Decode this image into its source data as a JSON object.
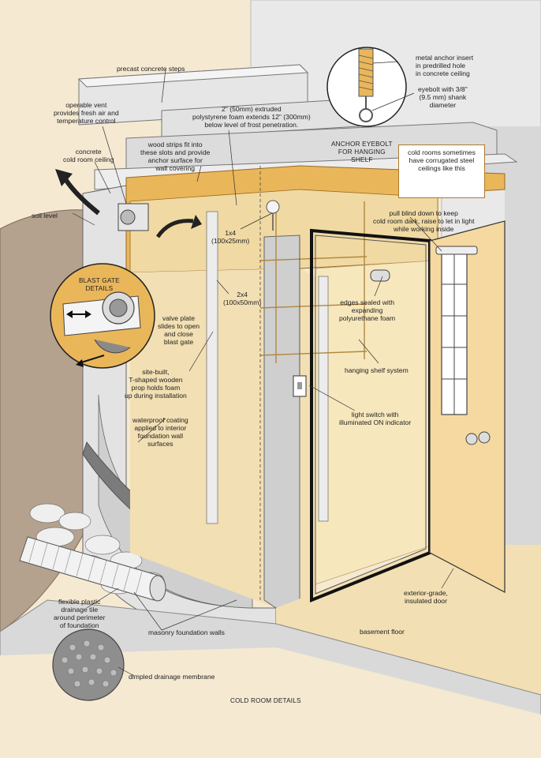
{
  "title": "COLD ROOM DETAILS",
  "labels": {
    "precast_steps": "precast concrete steps",
    "operable_vent": [
      "operable vent",
      "provides fresh air and",
      "temperature control"
    ],
    "extruded_foam": [
      "2\" (50mm) extruded",
      "polystyrene foam extends 12\" (300mm)",
      "below level of frost penetration."
    ],
    "concrete_ceiling": [
      "concrete",
      "cold room ceiling"
    ],
    "wood_strips": [
      "wood strips fit into",
      "these slots and provide",
      "anchor surface for",
      "wall covering"
    ],
    "metal_anchor": [
      "metal anchor insert",
      "in predrilled hole",
      "in concrete ceiling"
    ],
    "eyebolt": [
      "eyebolt with 3/8\"",
      "(9.5 mm) shank",
      "diameter"
    ],
    "anchor_eyebolt": [
      "ANCHOR EYEBOLT",
      "FOR HANGING",
      "SHELF"
    ],
    "corrugated": [
      "cold rooms sometimes",
      "have corrugated steel",
      "ceilings like this"
    ],
    "pull_blind": [
      "pull blind down to keep",
      "cold room dark, raise to let in light",
      "while working inside"
    ],
    "soil_level": "soil level",
    "one_by_four": [
      "1x4",
      "(100x25mm)"
    ],
    "blast_gate": [
      "BLAST GATE",
      "DETAILS"
    ],
    "valve_plate": [
      "valve plate",
      "slides to open",
      "and close",
      "blast gate"
    ],
    "two_by_four": [
      "2x4",
      "(100x50mm)"
    ],
    "edges_sealed": [
      "edges sealed with",
      "expanding",
      "polyurethane foam"
    ],
    "hanging_shelf": "hanging shelf system",
    "prop": [
      "site-built,",
      "T-shaped wooden",
      "prop holds foam",
      "up during installation"
    ],
    "light_switch": [
      "light switch with",
      "illuminated ON indicator"
    ],
    "waterproof": [
      "waterproof coating",
      "applied to interior",
      "foundation wall",
      "surfaces"
    ],
    "exterior_door": [
      "exterior-grade,",
      "insulated  door"
    ],
    "drainage_tile": [
      "flexible plastic",
      "drainage tile",
      "around perimeter",
      "of foundation"
    ],
    "masonry_walls": "masonry foundation walls",
    "basement_floor": "basement floor",
    "dimpled_membrane": "dimpled drainage membrane"
  },
  "colors": {
    "background": "#f5e9d2",
    "soil": "#b4a28f",
    "wall_light": "#ececec",
    "wall_shade": "#c9c9c9",
    "foam_orange": "#e9b65a",
    "wood": "#f0d9a3",
    "floor": "#f2dfb3",
    "door": "#f6d9a0",
    "accent_line": "#b07a2a"
  }
}
